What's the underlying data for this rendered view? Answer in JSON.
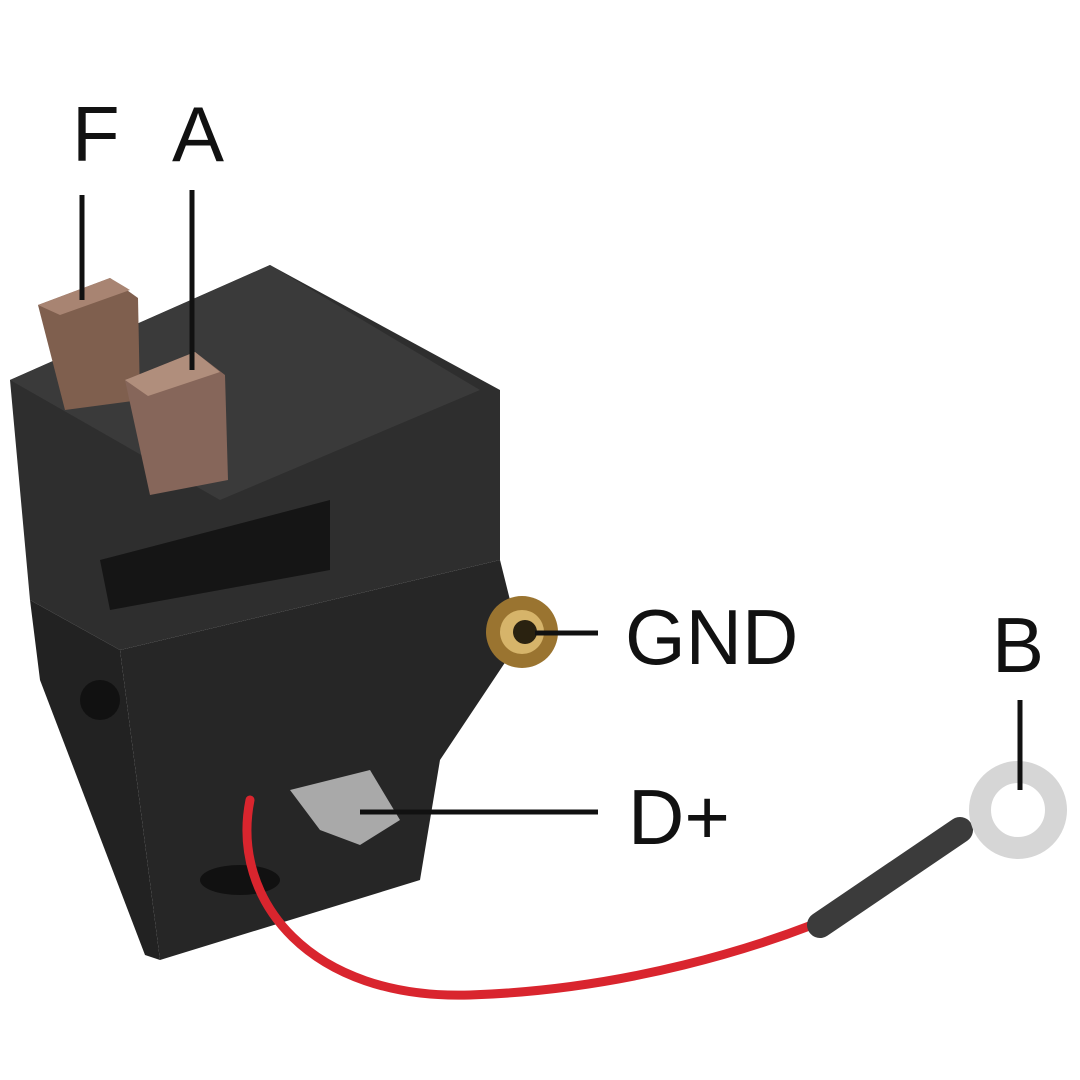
{
  "labels": {
    "f": "F",
    "a": "A",
    "gnd": "GND",
    "b": "B",
    "d_plus": "D+"
  },
  "colors": {
    "body": "#2b2b2b",
    "terminal": "#8a6a58",
    "wire": "#d9252e",
    "grommet": "#b08a3a",
    "ring": "#d8d8d8"
  }
}
